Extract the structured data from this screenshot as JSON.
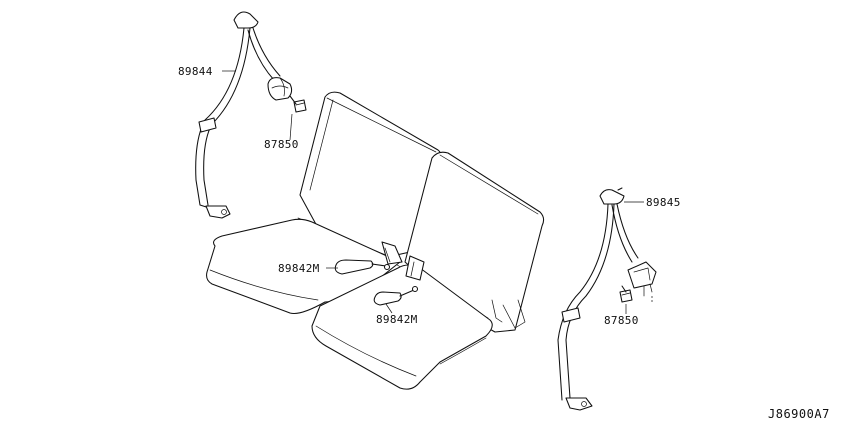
{
  "diagram": {
    "reference_code": "J86900A7",
    "labels": {
      "belt_left": "89844",
      "bolt_left": "87850",
      "buckle_center_upper": "89842M",
      "buckle_center_lower": "89842M",
      "belt_right": "89845",
      "bolt_right": "87850"
    }
  }
}
